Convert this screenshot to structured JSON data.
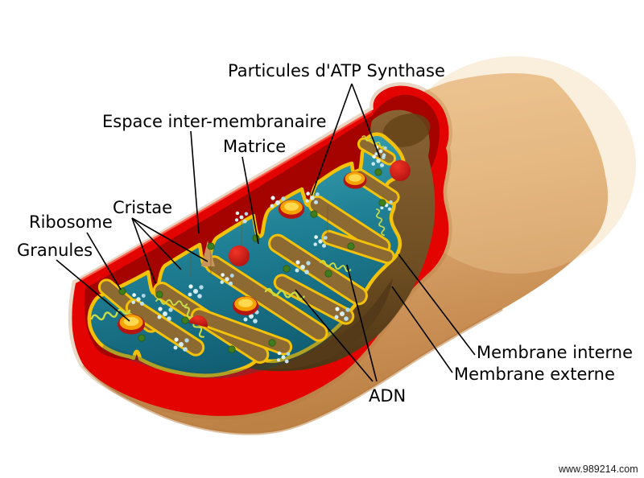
{
  "diagram": {
    "title_implied": "Mitochondrion (coupe)",
    "labels": {
      "atp_synthase": "Particules d'ATP Synthase",
      "intermembrane_space": "Espace inter-membranaire",
      "matrix": "Matrice",
      "cristae": "Cristae",
      "ribosome": "Ribosome",
      "granules": "Granules",
      "inner_membrane": "Membrane interne",
      "outer_membrane": "Membrane externe",
      "dna": "ADN"
    },
    "colors": {
      "body_tan": "#DDA96F",
      "body_tan_light": "#F0C898",
      "body_tan_dark": "#BC8145",
      "outer_membrane_red": "#E30402",
      "intermembrane_dark_red": "#A40300",
      "inner_membrane_yellow": "#F3C208",
      "matrix_teal": "#2F9FB4",
      "crista_brown": "#8D6A31",
      "bowl_brown_dark": "#4C3414",
      "granule_orange": "#F5A300",
      "granule_rim_red": "#B61410",
      "sphere_red": "#CC1414",
      "ribosome_green": "#3E7D1E",
      "particle_blue": "#CDE9F2",
      "dna_green": "#C8DC46",
      "label_black": "#000000"
    }
  },
  "watermark": {
    "text": "www.989214.com"
  }
}
